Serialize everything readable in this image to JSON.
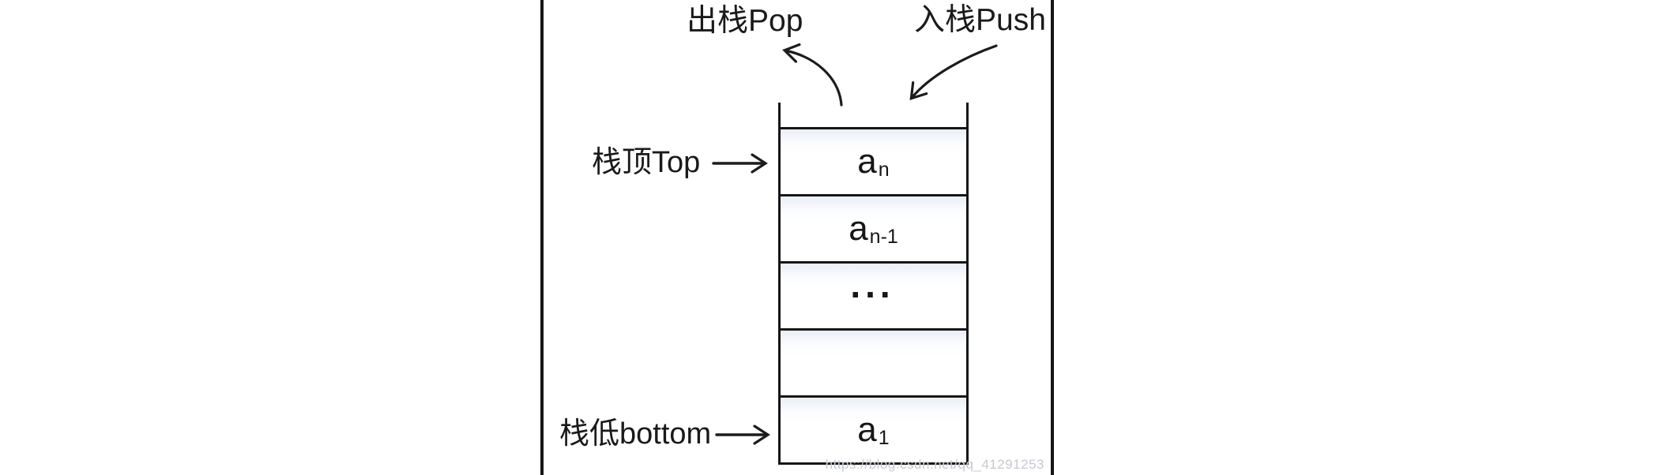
{
  "labels": {
    "pop": "出栈Pop",
    "push": "入栈Push",
    "top": "栈顶Top",
    "bottom": "栈低bottom"
  },
  "stack": {
    "cells": [
      {
        "base": "a",
        "sub": "n"
      },
      {
        "base": "a",
        "sub": "n-1"
      },
      {
        "base": "...",
        "sub": ""
      },
      {
        "base": "",
        "sub": ""
      },
      {
        "base": "a",
        "sub": "1"
      }
    ]
  },
  "watermark": "https://blog.csdn.net/qq_41291253",
  "colors": {
    "line": "#161616",
    "text": "#1a1a1a",
    "cell_highlight": "#e9eef6",
    "watermark": "#c5cad1"
  }
}
